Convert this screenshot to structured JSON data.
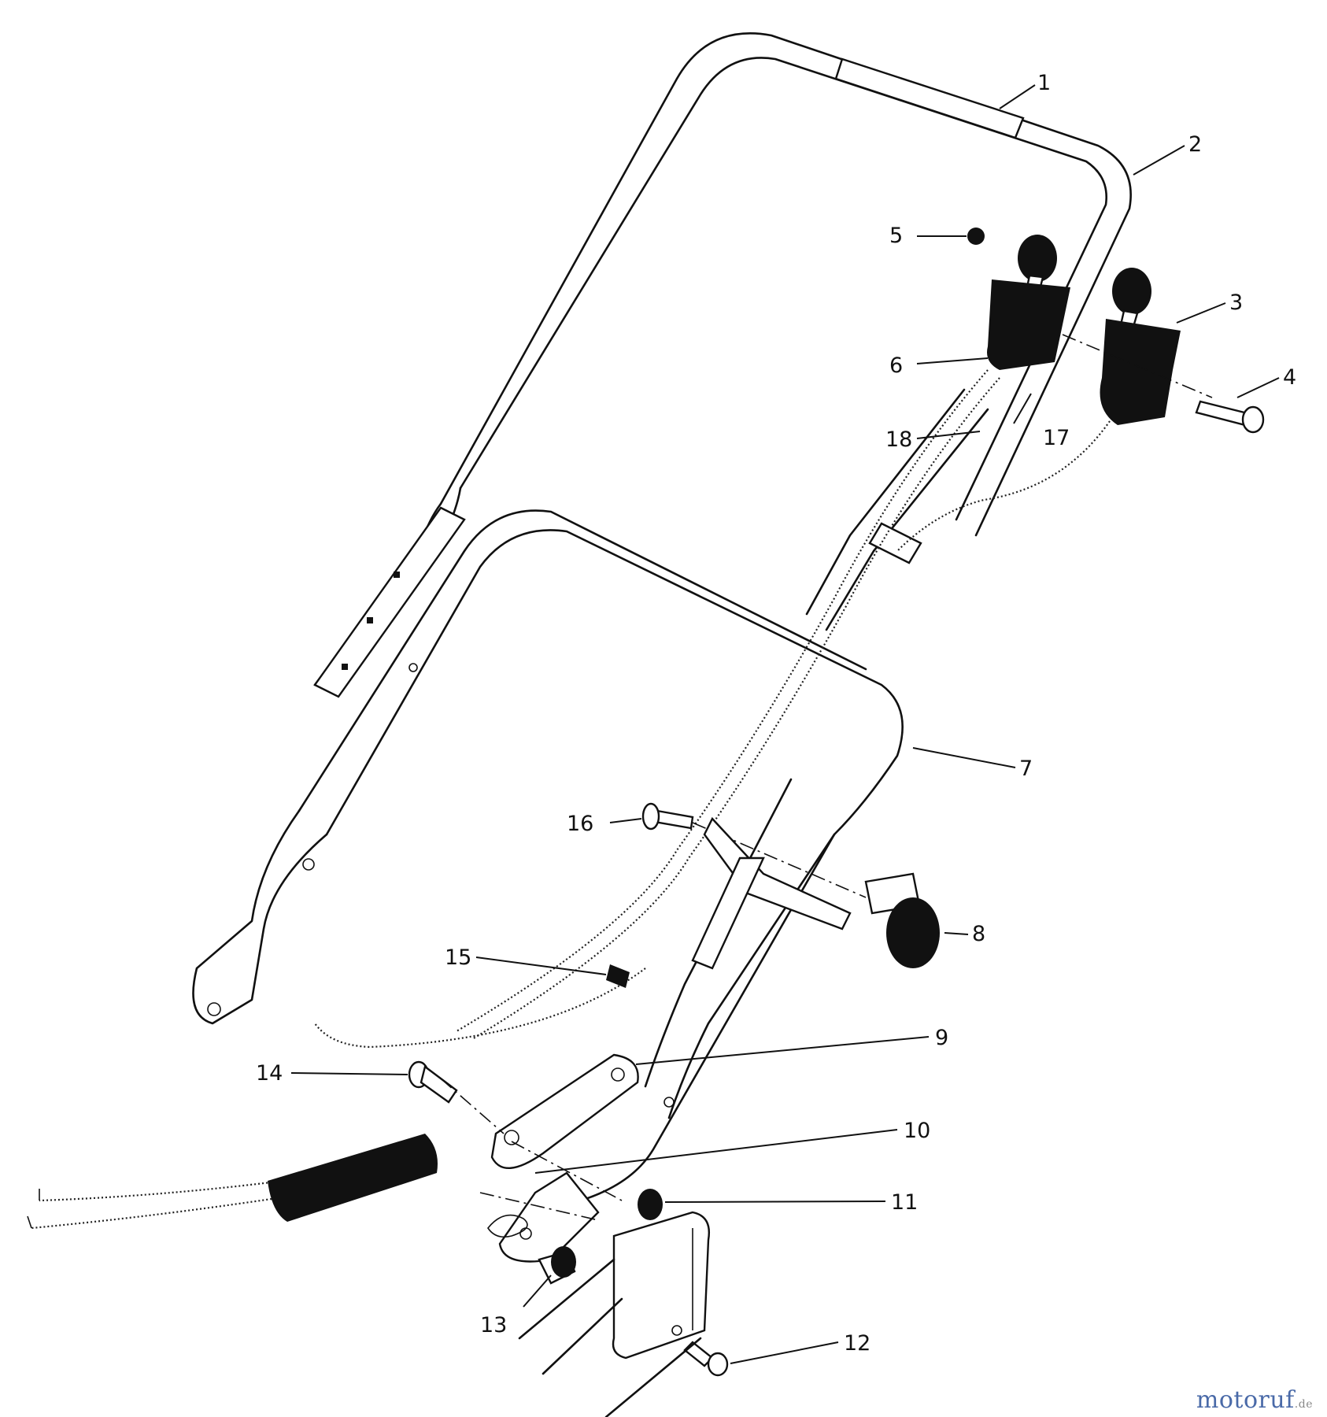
{
  "callouts": [
    "1",
    "2",
    "3",
    "4",
    "5",
    "6",
    "7",
    "8",
    "9",
    "10",
    "11",
    "12",
    "13",
    "14",
    "15",
    "16",
    "17",
    "18"
  ],
  "watermark": {
    "main": "motoruf",
    "tld": ".de"
  },
  "colors": {
    "ink": "#111111",
    "paper": "#ffffff",
    "watermark": "#4a6aa8"
  }
}
